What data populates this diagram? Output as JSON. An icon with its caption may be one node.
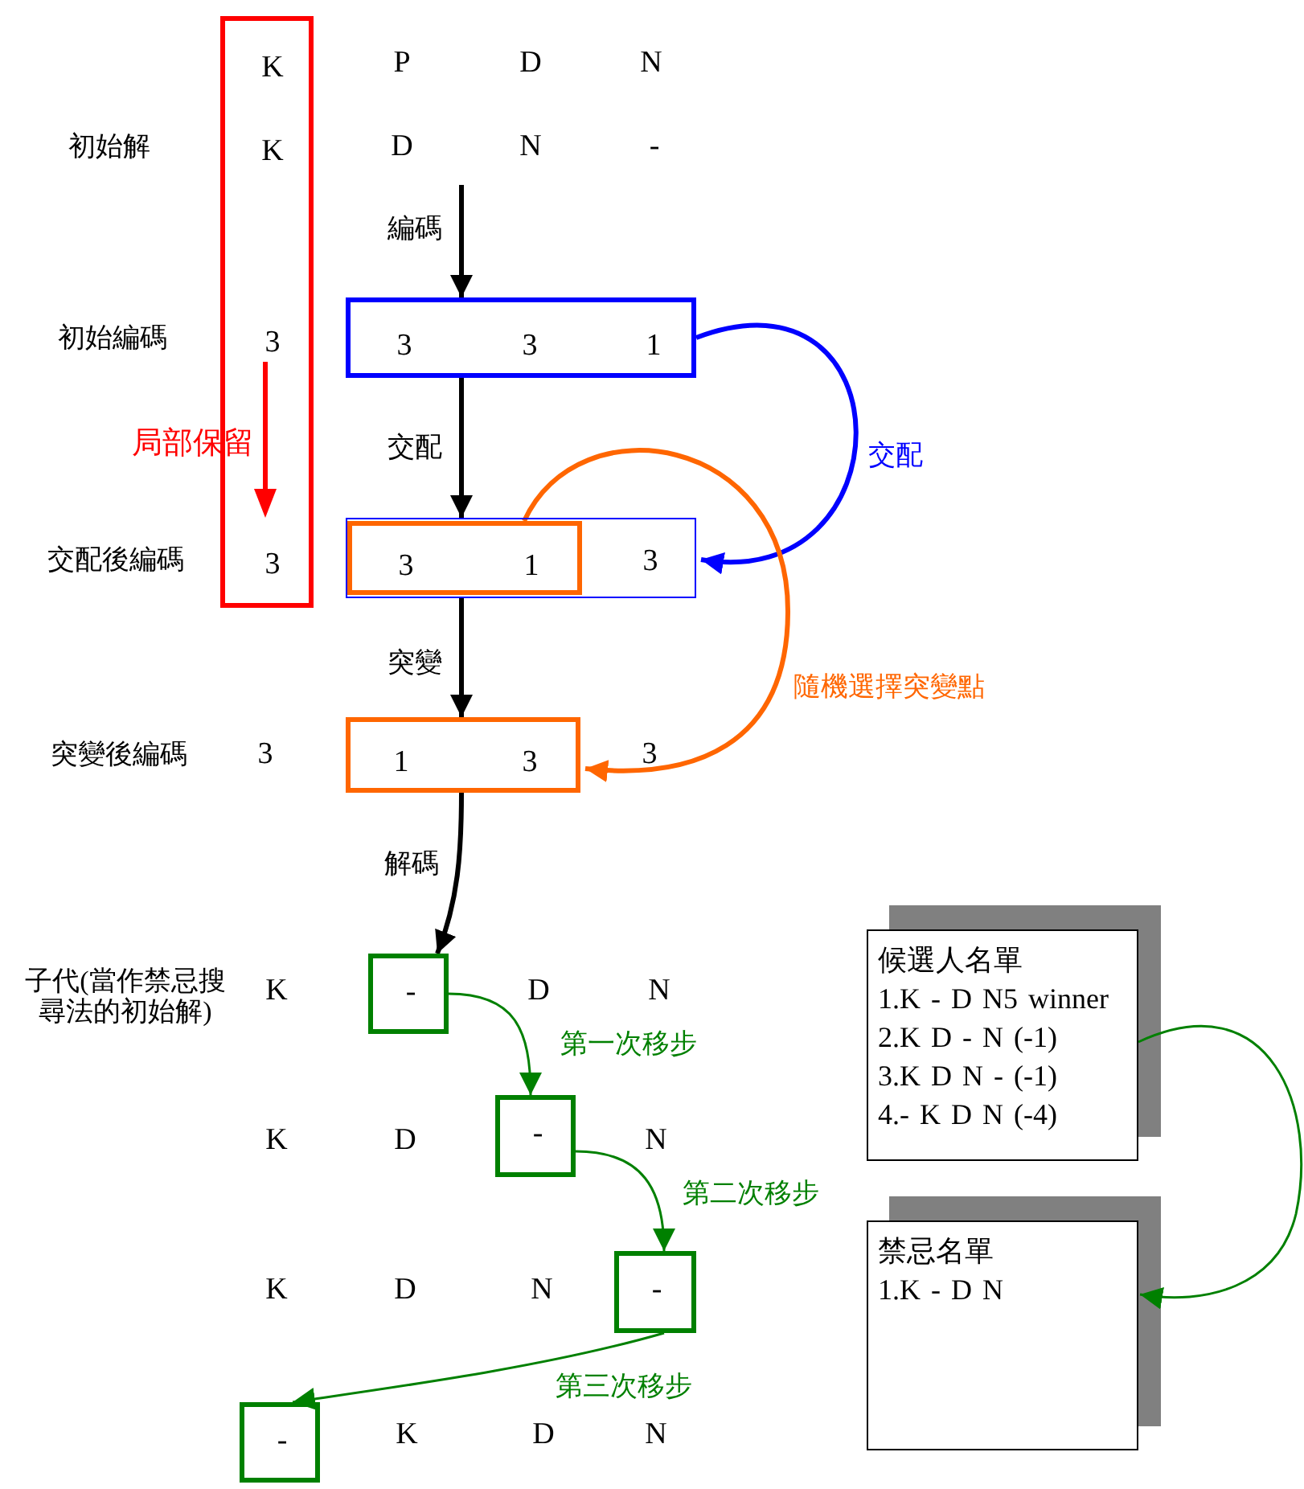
{
  "diagram": {
    "nodes": [
      {
        "text": [
          "K",
          "K",
          "3",
          "3"
        ]
      },
      {
        "text": [
          "3",
          "3",
          "1"
        ]
      },
      {
        "text": [
          "3"
        ]
      },
      {
        "text": [
          "3",
          "1"
        ],
        "in": 2
      },
      {
        "text": [
          "1",
          "3"
        ]
      },
      {
        "text": [
          "-"
        ]
      },
      {
        "text": [
          "-"
        ]
      },
      {
        "text": [
          "-"
        ]
      },
      {
        "text": [
          "-"
        ]
      },
      {
        "text": [
          "候選人名單",
          "1.K - D N5 winner",
          "2.K D - N (-1)",
          "3.K D N - (-1)",
          "4.- K D N (-4)"
        ]
      },
      {
        "text": [
          "禁忌名單",
          "1.K - D N"
        ]
      }
    ],
    "edges": [
      {
        "from": null,
        "to": 1,
        "arrow": "to",
        "label": "編碼"
      },
      {
        "from": 1,
        "to": 2,
        "arrow": "to",
        "label": "交配"
      },
      {
        "from": 1,
        "to": 2,
        "arrow": "to",
        "label": "交配",
        "color": "#0000ff"
      },
      {
        "from": 3,
        "to": 4,
        "arrow": "to",
        "label": "隨機選擇突變點",
        "color": "#ff6600"
      },
      {
        "from": 2,
        "to": 4,
        "arrow": "to",
        "label": "突變"
      },
      {
        "from": 4,
        "to": 5,
        "arrow": "to",
        "label": "解碼"
      },
      {
        "from": 5,
        "to": 6,
        "arrow": "to",
        "label": "第一次移步",
        "color": "#008000"
      },
      {
        "from": 6,
        "to": 7,
        "arrow": "to",
        "label": "第二次移步",
        "color": "#008000"
      },
      {
        "from": 7,
        "to": 8,
        "arrow": "to",
        "label": "第三次移步",
        "color": "#008000"
      },
      {
        "from": 9,
        "to": 10,
        "arrow": "to",
        "color": "#008000"
      }
    ],
    "labels": [
      "P",
      "D",
      "N",
      "初始解",
      "D",
      "N",
      "-",
      "初始編碼",
      "局部保留",
      "交配後編碼",
      "突變後編碼",
      "3",
      "3",
      "子代(當作禁忌搜尋法的初始解)",
      "K",
      "D",
      "N",
      "K",
      "D",
      "N",
      "K",
      "D",
      "N",
      "K",
      "D",
      "N"
    ]
  }
}
